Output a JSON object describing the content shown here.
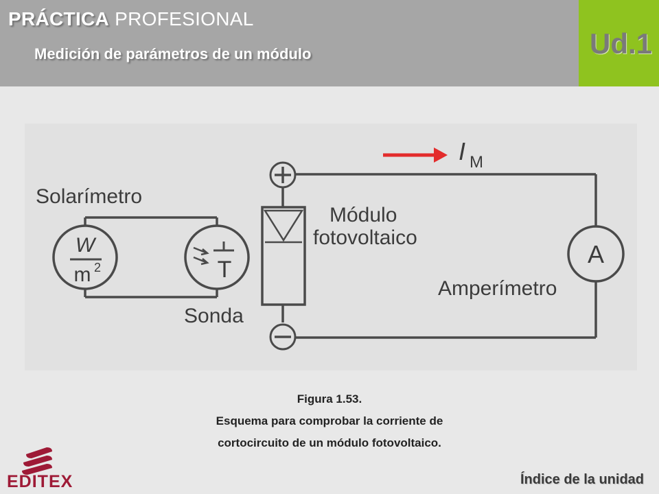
{
  "header": {
    "title_bold": "PRÁCTICA",
    "title_rest": " PROFESIONAL",
    "subtitle": "Medición de parámetros de un módulo",
    "unit": "Ud.1"
  },
  "diagram": {
    "solarimeter_label": "Solarímetro",
    "solarimeter_unit_num": "W",
    "solarimeter_unit_den": "m",
    "solarimeter_unit_exp": "2",
    "probe_label": "Sonda",
    "probe_symbol": "T",
    "module_label_line1": "Módulo",
    "module_label_line2": "fotovoltaico",
    "ammeter_label": "Amperímetro",
    "ammeter_symbol": "A",
    "current_label": "I",
    "current_sub": "M",
    "colors": {
      "wire": "#4a4a4a",
      "arrow": "#e32c2c"
    }
  },
  "caption": {
    "figure": "Figura 1.53.",
    "line1": "Esquema para comprobar la corriente de",
    "line2": "cortocircuito de un módulo fotovoltaico."
  },
  "footer": {
    "logo_text": "EDITEX",
    "index_link": "Índice de la unidad"
  }
}
